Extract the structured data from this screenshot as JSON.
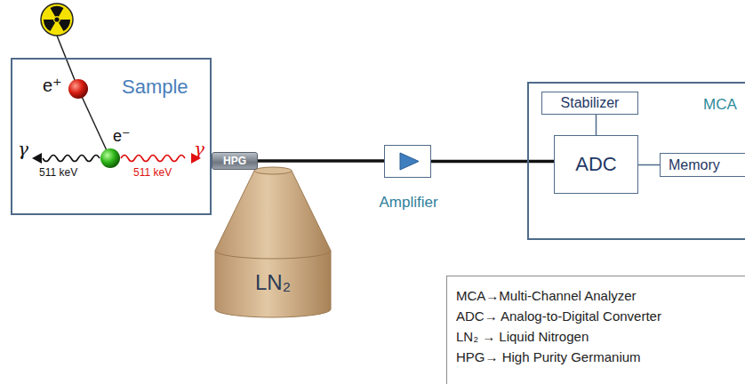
{
  "diagram": {
    "nodes": [
      {
        "text": [
          "Sample"
        ]
      },
      {
        "text": [
          "HPG"
        ]
      },
      {
        "text": [
          "LN₂"
        ]
      },
      {
        "text": [
          "Amplifier"
        ]
      },
      {
        "text": [
          "MCA"
        ]
      },
      {
        "text": [
          "Stabilizer"
        ],
        "in": 4
      },
      {
        "text": [
          "ADC"
        ],
        "in": 4
      },
      {
        "text": [
          "Memory"
        ],
        "in": 4
      },
      {
        "text": [
          "MCA→Multi-Channel Analyzer",
          "ADC→ Analog-to-Digital Converter",
          "LN₂ → Liquid Nitrogen",
          "HPG→ High Purity Germanium"
        ]
      }
    ],
    "edges": [
      {
        "from": 1,
        "to": 3,
        "arrow": "none"
      },
      {
        "from": 3,
        "to": 6,
        "arrow": "none"
      },
      {
        "from": 5,
        "to": 6,
        "arrow": "none"
      },
      {
        "from": 6,
        "to": 7,
        "arrow": "none"
      }
    ],
    "labels": [
      "e⁺",
      "e⁻",
      "γ",
      "511 keV",
      "γ",
      "511 keV"
    ]
  }
}
